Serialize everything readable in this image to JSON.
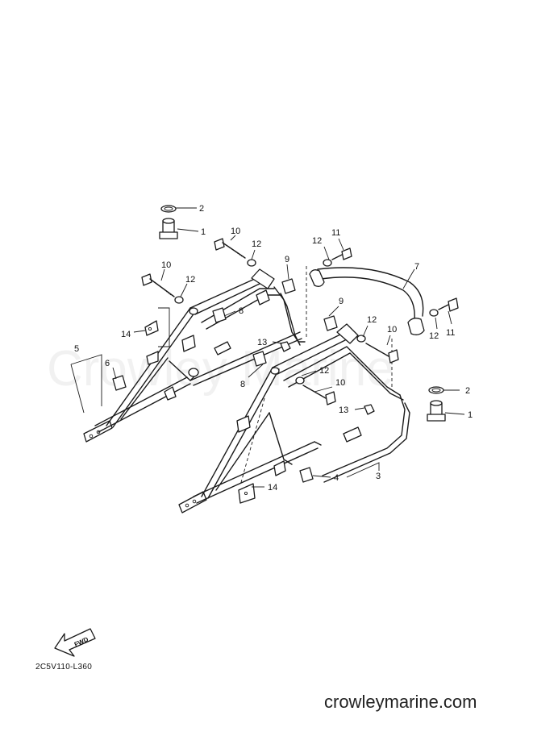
{
  "watermark": "Crowley Marine",
  "part_code": "2C5V110-L360",
  "site_url": "crowleymarine.com",
  "fwd_label": "FWD",
  "callouts": {
    "c1a": "1",
    "c1b": "1",
    "c2a": "2",
    "c2b": "2",
    "c3": "3",
    "c4": "4",
    "c5": "5",
    "c6": "6",
    "c7": "7",
    "c8a": "8",
    "c8b": "8",
    "c9a": "9",
    "c9b": "9",
    "c10a": "10",
    "c10b": "10",
    "c10c": "10",
    "c10d": "10",
    "c11a": "11",
    "c11b": "11",
    "c12a": "12",
    "c12b": "12",
    "c12c": "12",
    "c12d": "12",
    "c12e": "12",
    "c13a": "13",
    "c13b": "13",
    "c14a": "14",
    "c14b": "14"
  }
}
